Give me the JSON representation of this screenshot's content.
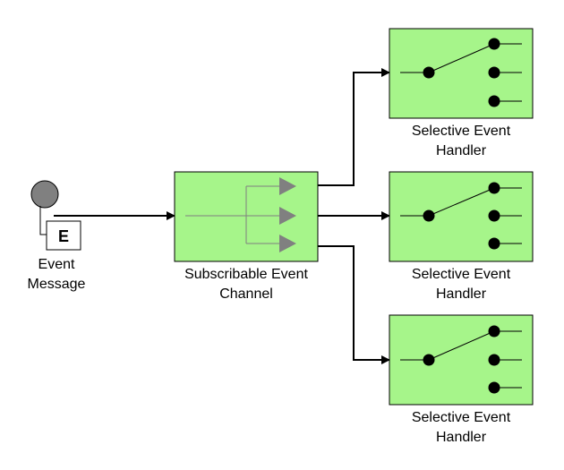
{
  "event_message": {
    "marker": "E",
    "label_line1": "Event",
    "label_line2": "Message"
  },
  "channel": {
    "label_line1": "Subscribable Event",
    "label_line2": "Channel"
  },
  "handlers": [
    {
      "label_line1": "Selective Event",
      "label_line2": "Handler"
    },
    {
      "label_line1": "Selective Event",
      "label_line2": "Handler"
    },
    {
      "label_line1": "Selective Event",
      "label_line2": "Handler"
    }
  ],
  "colors": {
    "component_fill": "#a6f58a",
    "message_circle": "#808080",
    "channel_arrows": "#808080",
    "lines": "#000000"
  }
}
